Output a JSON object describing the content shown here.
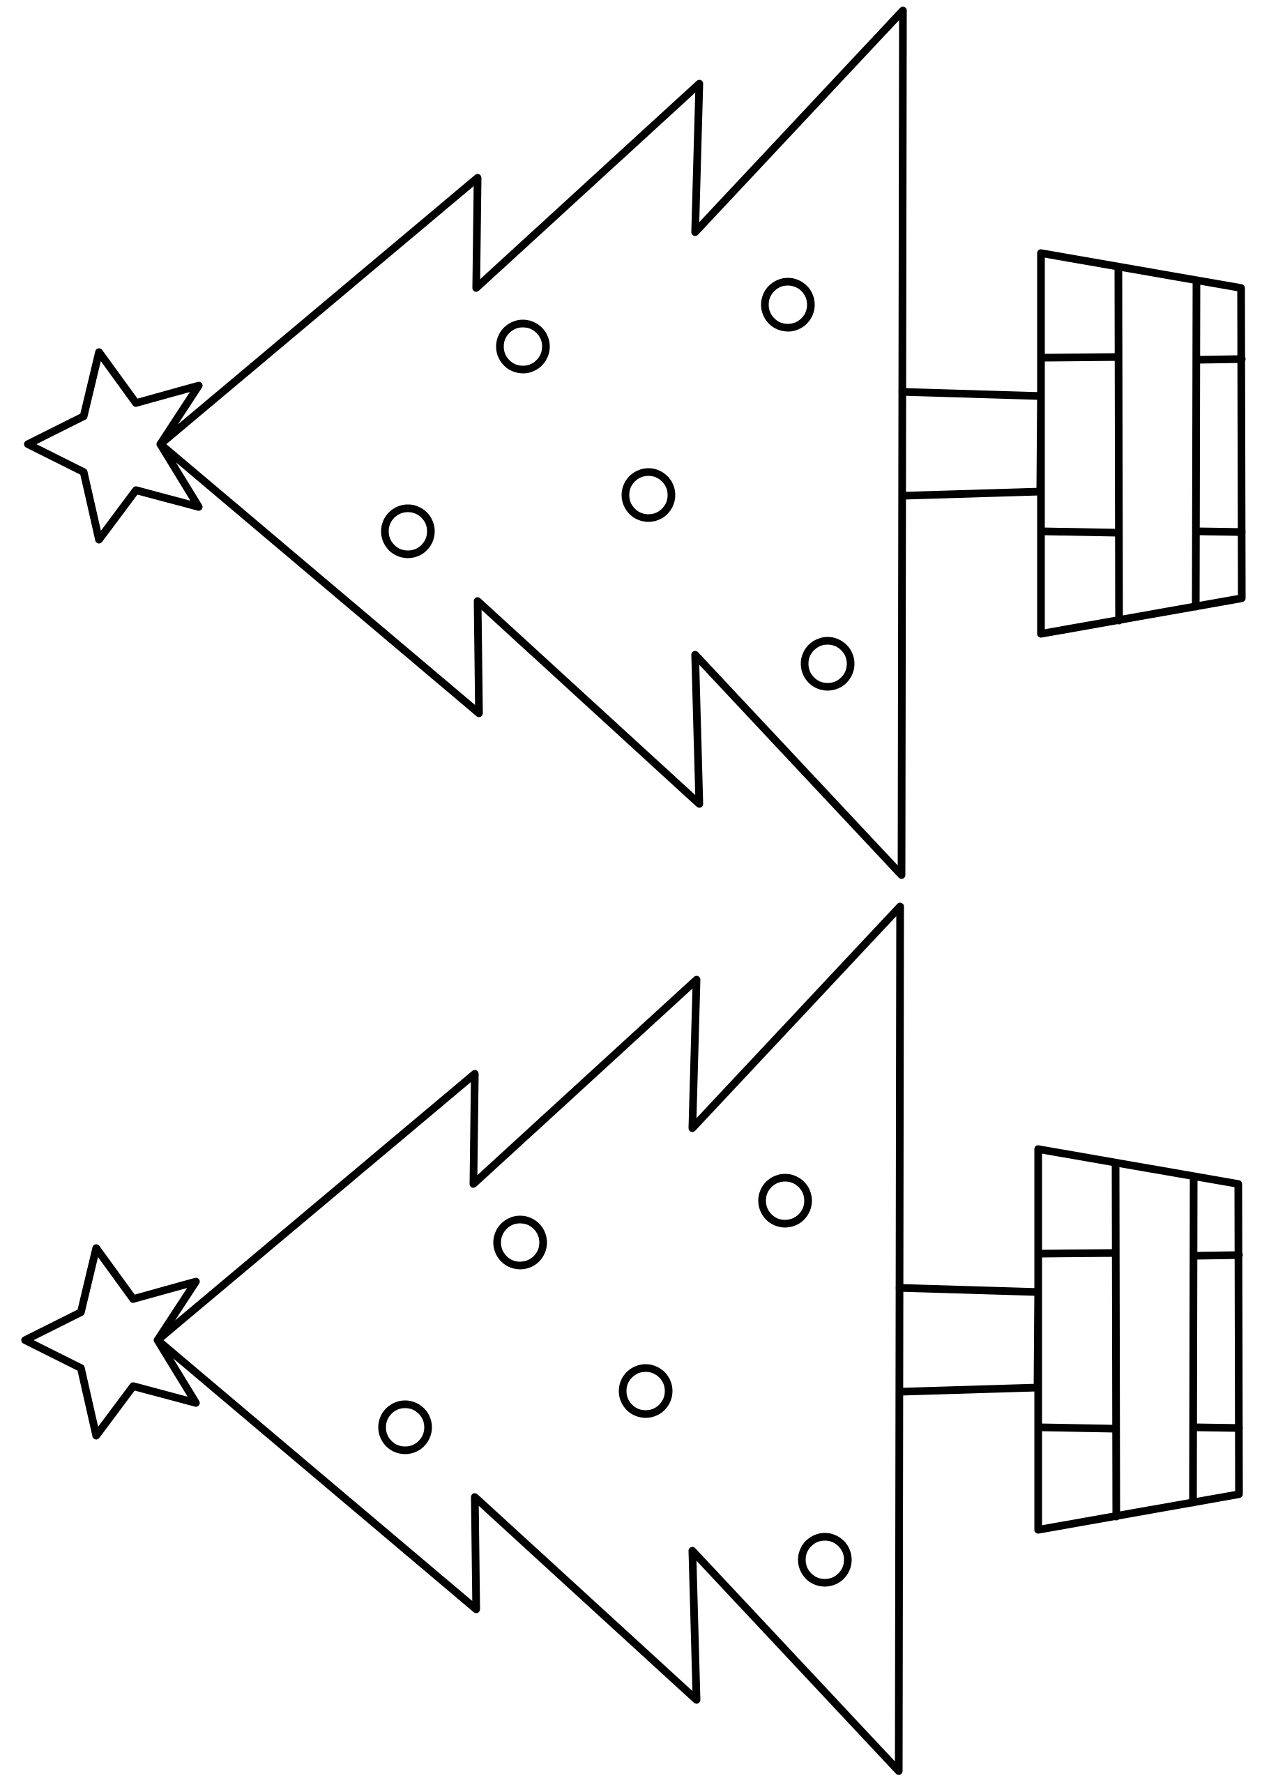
{
  "page": {
    "background_color": "#ffffff",
    "line_color": "#000000"
  },
  "trees": [
    {
      "name": "christmas-tree-top",
      "parts": [
        "star-icon",
        "tree-icon",
        "ornament-icon",
        "trunk-icon",
        "pot-icon"
      ],
      "ornament_count": 5
    },
    {
      "name": "christmas-tree-bottom",
      "parts": [
        "star-icon",
        "tree-icon",
        "ornament-icon",
        "trunk-icon",
        "pot-icon"
      ],
      "ornament_count": 5
    }
  ]
}
